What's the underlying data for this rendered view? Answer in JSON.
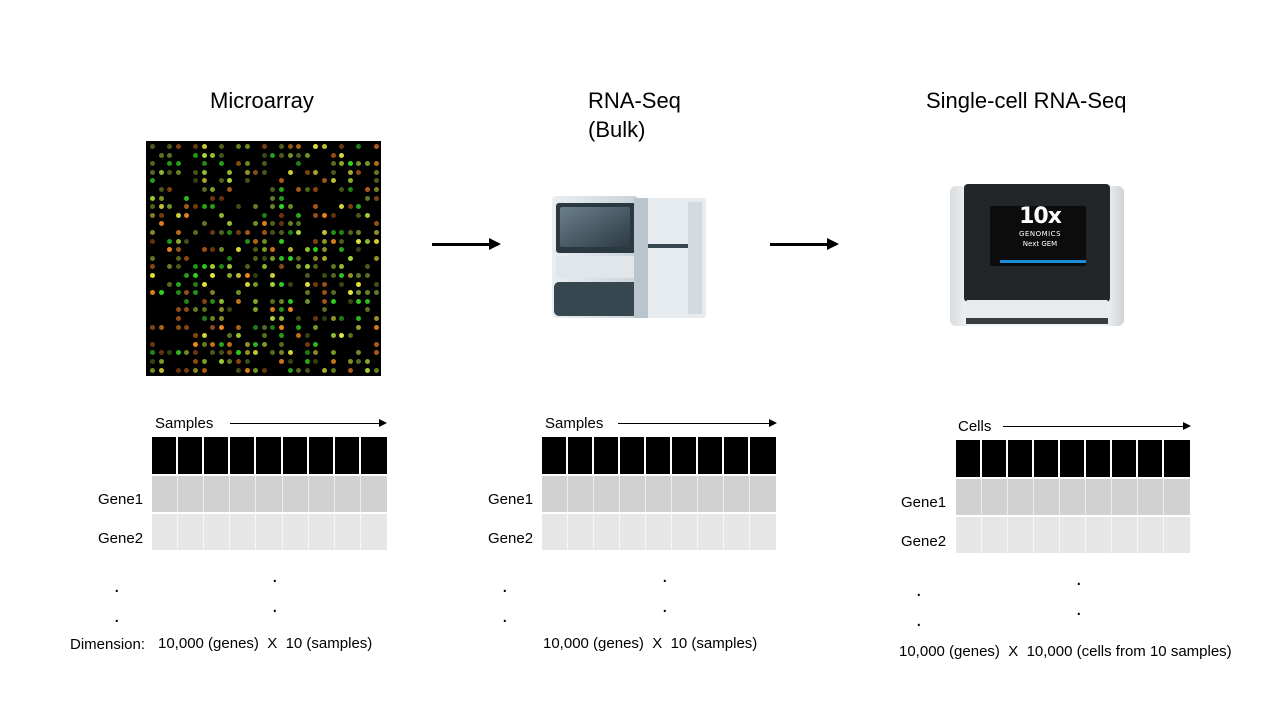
{
  "columns": [
    {
      "title": "Microarray",
      "axis_label": "Samples",
      "row_labels": [
        "Gene1",
        "Gene2"
      ],
      "dimension_label": "Dimension:",
      "dimension": "10,000 (genes)  X  10 (samples)"
    },
    {
      "title": "RNA-Seq\n(Bulk)",
      "axis_label": "Samples",
      "row_labels": [
        "Gene1",
        "Gene2"
      ],
      "dimension": "10,000 (genes)  X  10 (samples)"
    },
    {
      "title": "Single-cell RNA-Seq",
      "axis_label": "Cells",
      "row_labels": [
        "Gene1",
        "Gene2"
      ],
      "dimension": "10,000 (genes)  X  10,000 (cells from 10 samples)"
    }
  ],
  "device": {
    "brand": "10x",
    "brand_sub": "GENOMICS",
    "model": "Next GEM"
  },
  "colors": {
    "array_background": "#000000",
    "spot_green": "#33dd22",
    "spot_yellow": "#e8e840",
    "spot_orange": "#f08a20",
    "header_cells": "#000000",
    "row1": "#d1d1d1",
    "row2": "#e6e6e6",
    "screen_accent": "#1a8fd8"
  },
  "icons": [
    "microarray-image",
    "sequencer-icon",
    "chromium-device-icon"
  ]
}
